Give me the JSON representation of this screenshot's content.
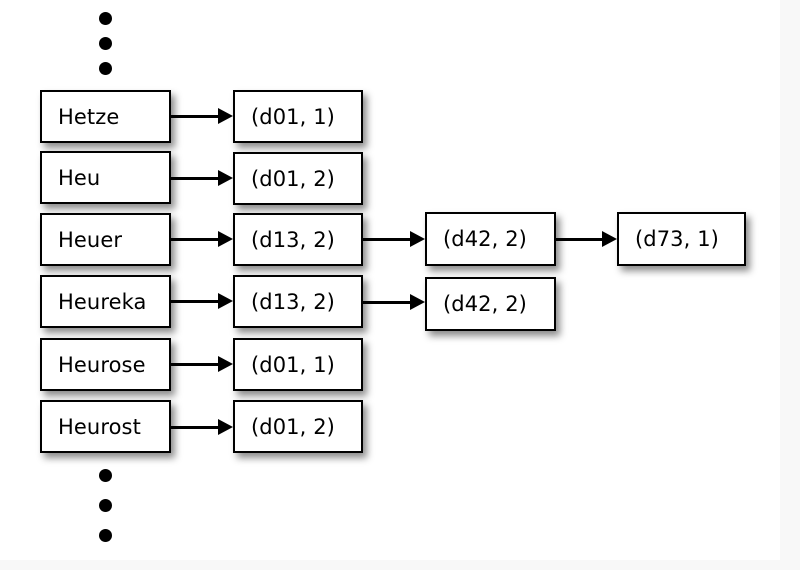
{
  "figure": {
    "title": "Inverted index term dictionary with postings lists",
    "background_color": "#ffffff",
    "page_color": "#f8f8f8",
    "stroke_color": "#000000"
  },
  "ellipsis": {
    "glyph": "•",
    "top_count": 3,
    "bottom_count": 3
  },
  "rows": [
    {
      "term": "Hetze",
      "postings": [
        "(d01, 1)"
      ]
    },
    {
      "term": "Heu",
      "postings": [
        "(d01, 2)"
      ]
    },
    {
      "term": "Heuer",
      "postings": [
        "(d13, 2)",
        "(d42, 2)",
        "(d73, 1)"
      ]
    },
    {
      "term": "Heureka",
      "postings": [
        "(d13, 2)",
        "(d42, 2)"
      ]
    },
    {
      "term": "Heurose",
      "postings": [
        "(d01, 1)"
      ]
    },
    {
      "term": "Heurost",
      "postings": [
        "(d01, 2)"
      ]
    }
  ],
  "terms": {
    "0": "Hetze",
    "1": "Heu",
    "2": "Heuer",
    "3": "Heureka",
    "4": "Heurose",
    "5": "Heurost"
  },
  "postings_col1": {
    "0": "(d01, 1)",
    "1": "(d01, 2)",
    "2": "(d13, 2)",
    "3": "(d13, 2)",
    "4": "(d01, 1)",
    "5": "(d01, 2)"
  },
  "postings_col2": {
    "0": "(d42, 2)",
    "1": "(d42, 2)"
  },
  "postings_col3": {
    "0": "(d73, 1)"
  }
}
